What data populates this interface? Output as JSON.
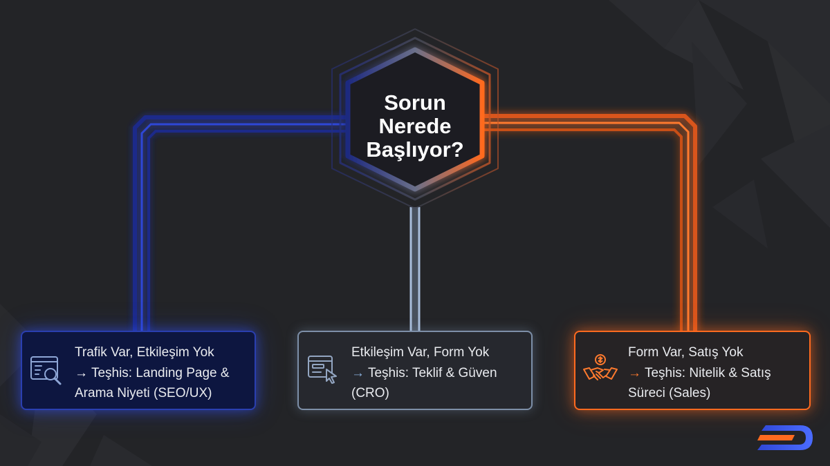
{
  "center": {
    "title_lines": [
      "Sorun",
      "Nerede",
      "Başlıyor?"
    ]
  },
  "cards": [
    {
      "key": "seo",
      "icon": "search-analytics-icon",
      "lines": [
        "Trafik Var, Etkileşim Yok",
        "Teşhis: Landing Page &",
        "Arama Niyeti (SEO/UX)"
      ],
      "arrow": "→",
      "color": "#2a3fb0"
    },
    {
      "key": "cro",
      "icon": "browser-cursor-icon",
      "lines": [
        "Etkileşim Var, Form Yok",
        "Teşhis: Teklif & Güven",
        "(CRO)"
      ],
      "arrow": "→",
      "color": "#7d8fa8"
    },
    {
      "key": "sales",
      "icon": "handshake-dollar-icon",
      "lines": [
        "Form Var, Satış Yok",
        "Teşhis: Nitelik & Satış",
        "Süreci (Sales)"
      ],
      "arrow": "→",
      "color": "#ff6a1f"
    }
  ],
  "colors": {
    "background": "#232427",
    "blue": "#2a3fb0",
    "steel": "#7d8fa8",
    "orange": "#ff6a1f"
  },
  "logo": {
    "icon": "brand-logo-icon"
  }
}
